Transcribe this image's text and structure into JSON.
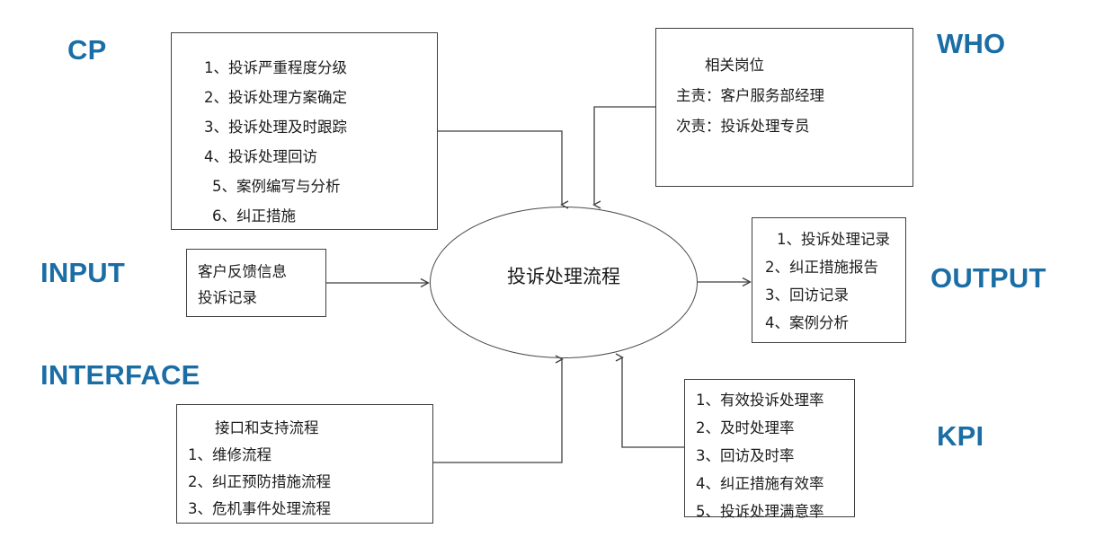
{
  "diagram": {
    "title": "投诉处理流程",
    "accent_color": "#1A6EA5",
    "line_color": "#3f3f3f"
  },
  "labels": {
    "cp": "CP",
    "who": "WHO",
    "input": "INPUT",
    "output": "OUTPUT",
    "interface": "INTERFACE",
    "kpi": "KPI"
  },
  "center": {
    "text": "投诉处理流程"
  },
  "cp_box": {
    "items": [
      "1、投诉严重程度分级",
      "2、投诉处理方案确定",
      "3、投诉处理及时跟踪",
      "4、投诉处理回访",
      "5、案例编写与分析",
      "6、纠正措施"
    ]
  },
  "who_box": {
    "title": "相关岗位",
    "items": [
      "主责：客户服务部经理",
      "次责：投诉处理专员"
    ]
  },
  "input_box": {
    "items": [
      "客户反馈信息",
      "投诉记录"
    ]
  },
  "output_box": {
    "items": [
      "1、投诉处理记录",
      "2、纠正措施报告",
      "3、回访记录",
      "4、案例分析"
    ]
  },
  "interface_box": {
    "title": "接口和支持流程",
    "items": [
      "1、维修流程",
      "2、纠正预防措施流程",
      "3、危机事件处理流程"
    ]
  },
  "kpi_box": {
    "items": [
      "1、有效投诉处理率",
      "2、及时处理率",
      "3、回访及时率",
      "4、纠正措施有效率",
      "5、投诉处理满意率"
    ]
  }
}
